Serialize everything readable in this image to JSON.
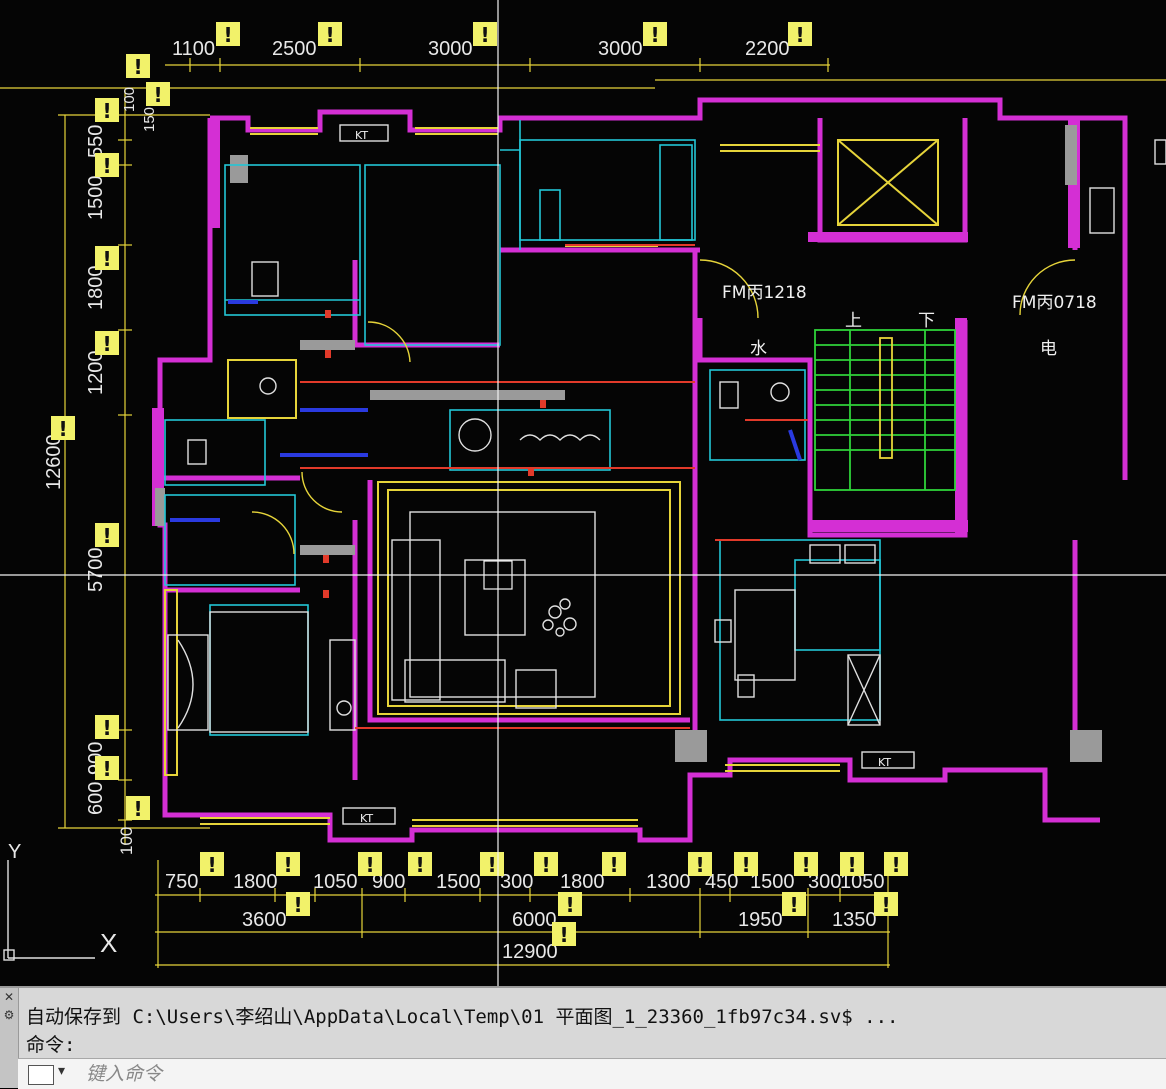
{
  "drawing": {
    "dims_top": [
      "1100",
      "2500",
      "3000",
      "3000",
      "2200"
    ],
    "dims_left_outer": "12600",
    "dims_left": [
      "100",
      "150",
      "550",
      "1500",
      "1800",
      "1200",
      "5700",
      "900",
      "600",
      "100"
    ],
    "dims_bottom_row1": [
      "750",
      "1800",
      "1050",
      "900",
      "1500",
      "300",
      "1800",
      "1300",
      "450",
      "1500",
      "300",
      "1050"
    ],
    "dims_bottom_row2": [
      "3600",
      "6000",
      "1950",
      "1350"
    ],
    "dims_bottom_total": "12900",
    "door_labels": [
      "FM丙1218",
      "FM丙0718"
    ],
    "stair_labels": [
      "上",
      "下"
    ],
    "room_labels": [
      "水",
      "电"
    ],
    "ac_label": "KT",
    "warning_glyph": "!",
    "ucs_x": "X",
    "ucs_y": "Y"
  },
  "command_line": {
    "history": [
      "自动保存到 C:\\Users\\李绍山\\AppData\\Local\\Temp\\01 平面图_1_23360_1fb97c34.sv$ ...",
      "命令:"
    ],
    "placeholder": "键入命令"
  },
  "colors": {
    "background": "#050505",
    "wall": "#d42fd4",
    "cyan": "#23c6d6",
    "yellow": "#e6d43a",
    "red": "#e23a2a",
    "white": "#e8e8e8",
    "warning": "#f2f26a"
  }
}
